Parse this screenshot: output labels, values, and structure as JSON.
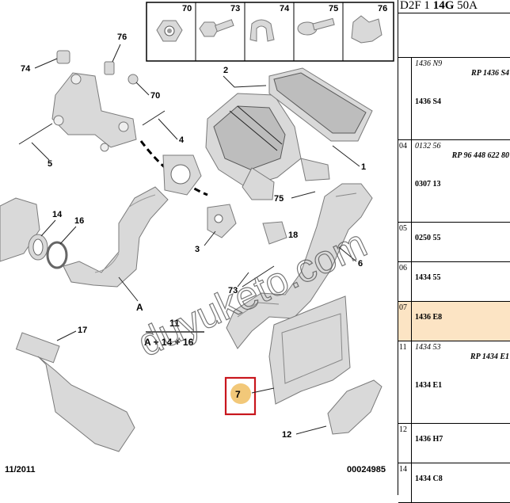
{
  "labels": {
    "l70_box": "70",
    "l73_box": "73",
    "l74_box": "74",
    "l75_box": "75",
    "l76_box": "76",
    "l76": "76",
    "l74": "74",
    "l70": "70",
    "l2": "2",
    "l4": "4",
    "l5": "5",
    "l1": "1",
    "l75": "75",
    "l14": "14",
    "l16": "16",
    "l18": "18",
    "l3": "3",
    "l6": "6",
    "l73": "73",
    "lA": "A",
    "l17": "17",
    "l11": "11",
    "formula": "A + 14 + 16",
    "l7": "7",
    "l12": "12"
  },
  "footer": {
    "date": "11/2011",
    "doc_number": "00024985"
  },
  "watermark": "duyuketo.com",
  "panel": {
    "header_prefix": "D2F 1 ",
    "header_bold": "14G",
    "header_suffix": " 50A",
    "rows": [
      {
        "code": "",
        "ref_italic": "1436 N9",
        "ref_rp": "RP 1436 S4",
        "ref_bold": "1436 S4"
      },
      {
        "code": "04",
        "ref_italic": "0132 56",
        "ref_rp": "RP 96 448 622 80",
        "ref_bold": "0307 13"
      },
      {
        "code": "05",
        "ref_italic": "",
        "ref_rp": "",
        "ref_bold": "0250 55"
      },
      {
        "code": "06",
        "ref_italic": "",
        "ref_rp": "",
        "ref_bold": "1434 55"
      },
      {
        "code": "07",
        "ref_italic": "",
        "ref_rp": "",
        "ref_bold": "1436 E8"
      },
      {
        "code": "11",
        "ref_italic": "1434 53",
        "ref_rp": "RP 1434 E1",
        "ref_bold": "1434 E1"
      },
      {
        "code": "12",
        "ref_italic": "",
        "ref_rp": "",
        "ref_bold": "1436 H7"
      },
      {
        "code": "14",
        "ref_italic": "",
        "ref_rp": "",
        "ref_bold": "1434 C8"
      }
    ]
  },
  "colors": {
    "highlight_box": "#c8161d",
    "highlight_circle": "#f2c879",
    "highlight_row": "#fce4c4"
  }
}
